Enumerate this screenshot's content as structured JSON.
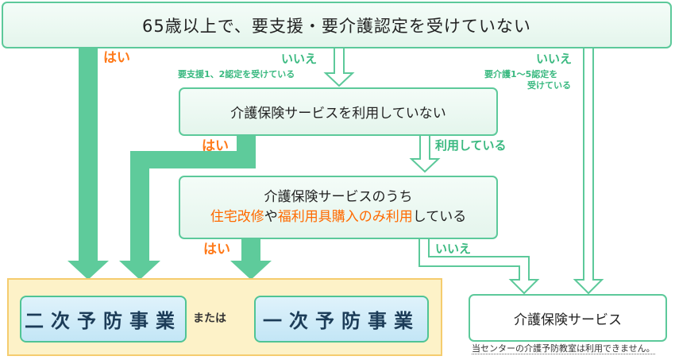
{
  "questions": {
    "q1": "65歳以上で、要支援・要介護認定を受けていない",
    "q2": "介護保険サービスを利用していない",
    "q3": {
      "line1": "介護保険サービスのうち",
      "hl1": "住宅改修",
      "mid": "や",
      "hl2": "福利用具購入のみ利用",
      "tail": "している"
    }
  },
  "labels": {
    "yes": "はい",
    "no": "いいえ",
    "using": "利用している",
    "sub_support": "要支援1、2認定を受けている",
    "sub_care_1": "要介護1～5認定を",
    "sub_care_2": "受けている"
  },
  "results": {
    "secondary": "二次予防事業",
    "or": "または",
    "primary": "一次予防事業",
    "service": "介護保険サービス",
    "note": "当センターの介護予防教室は利用できません。"
  },
  "colors": {
    "arrow_fill": "#5ecb9b",
    "outline_arrow": "#5cc99a",
    "yes_text": "#ff7a1a",
    "no_text": "#3ab980",
    "result_bg": "#fdf2c8"
  }
}
